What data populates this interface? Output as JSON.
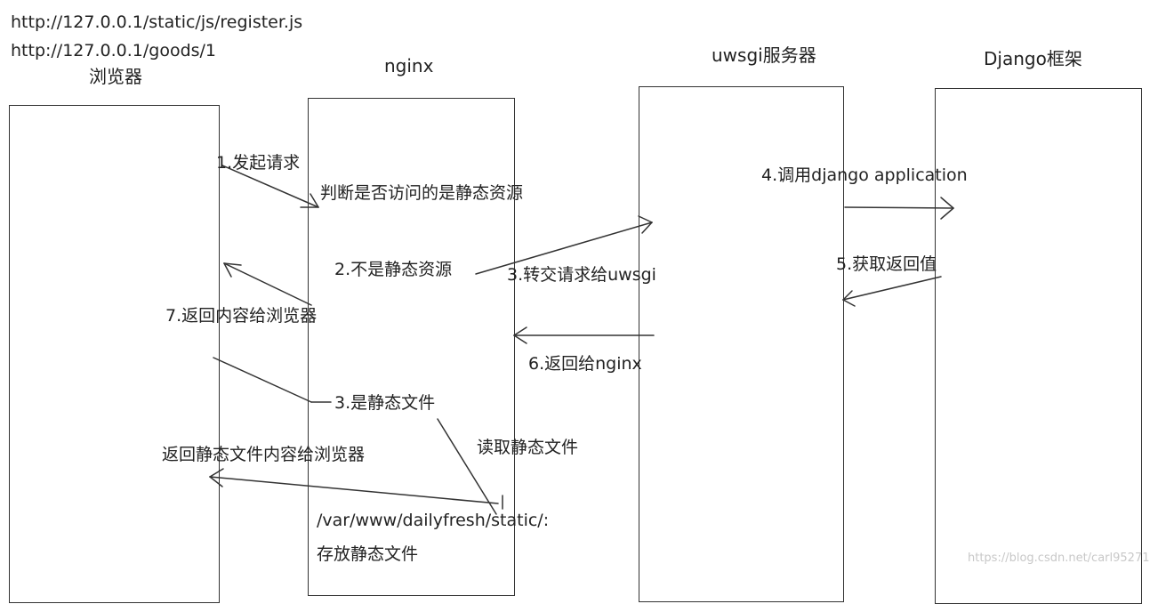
{
  "urls": {
    "static": "http://127.0.0.1/static/js/register.js",
    "dynamic": "http://127.0.0.1/goods/1"
  },
  "columns": {
    "browser": "浏览器",
    "nginx": "nginx",
    "uwsgi": "uwsgi服务器",
    "django": "Django框架"
  },
  "steps": {
    "s1": "1.发起请求",
    "judge": "判断是否访问的是静态资源",
    "s2": "2.不是静态资源",
    "s3_forward": "3.转交请求给uwsgi",
    "s4": "4.调用django application",
    "s5": "5.获取返回值",
    "s6": "6.返回给nginx",
    "s7": "7.返回内容给浏览器",
    "s3_static": "3.是静态文件",
    "read_static": "读取静态文件",
    "return_static": "返回静态文件内容给浏览器",
    "static_path": "/var/www/dailyfresh/static/:",
    "static_store": "存放静态文件"
  },
  "watermark": "https://blog.csdn.net/carl95271"
}
